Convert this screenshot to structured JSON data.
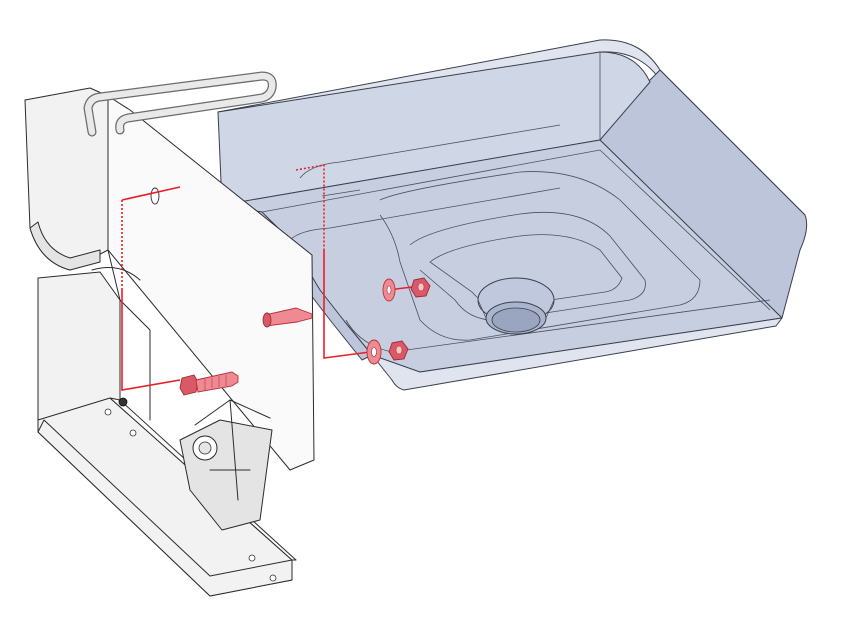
{
  "diagram": {
    "type": "exploded assembly drawing",
    "colors": {
      "assembly_guide": "#e8202a",
      "fastener": "#f08a92",
      "sink_body": "#cfd6e6",
      "bracket": "#f2f2f2",
      "outline": "#2b2b2b"
    },
    "parts": [
      "wall-bracket",
      "mounting-rod",
      "sink-basin",
      "bolt",
      "washer",
      "nut"
    ]
  }
}
